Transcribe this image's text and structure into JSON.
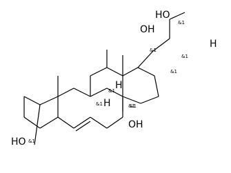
{
  "molecule": {
    "atom_labels": [
      {
        "id": "oh_3",
        "text": "HO"
      },
      {
        "id": "oh_12",
        "text": "OH"
      },
      {
        "id": "oh_14",
        "text": "OH"
      },
      {
        "id": "oh_20",
        "text": "HO"
      },
      {
        "id": "h_8",
        "text": "H"
      },
      {
        "id": "h_9",
        "text": "H"
      },
      {
        "id": "h_17",
        "text": "H"
      }
    ],
    "stereo_labels": [
      {
        "id": "s3",
        "text": "&1"
      },
      {
        "id": "s8",
        "text": "&1"
      },
      {
        "id": "s9",
        "text": "&1"
      },
      {
        "id": "s10",
        "text": "&1"
      },
      {
        "id": "s12",
        "text": "&1"
      },
      {
        "id": "s13",
        "text": "&1"
      },
      {
        "id": "s14",
        "text": "&1"
      },
      {
        "id": "s17",
        "text": "&1"
      },
      {
        "id": "s20",
        "text": "&1"
      }
    ]
  }
}
